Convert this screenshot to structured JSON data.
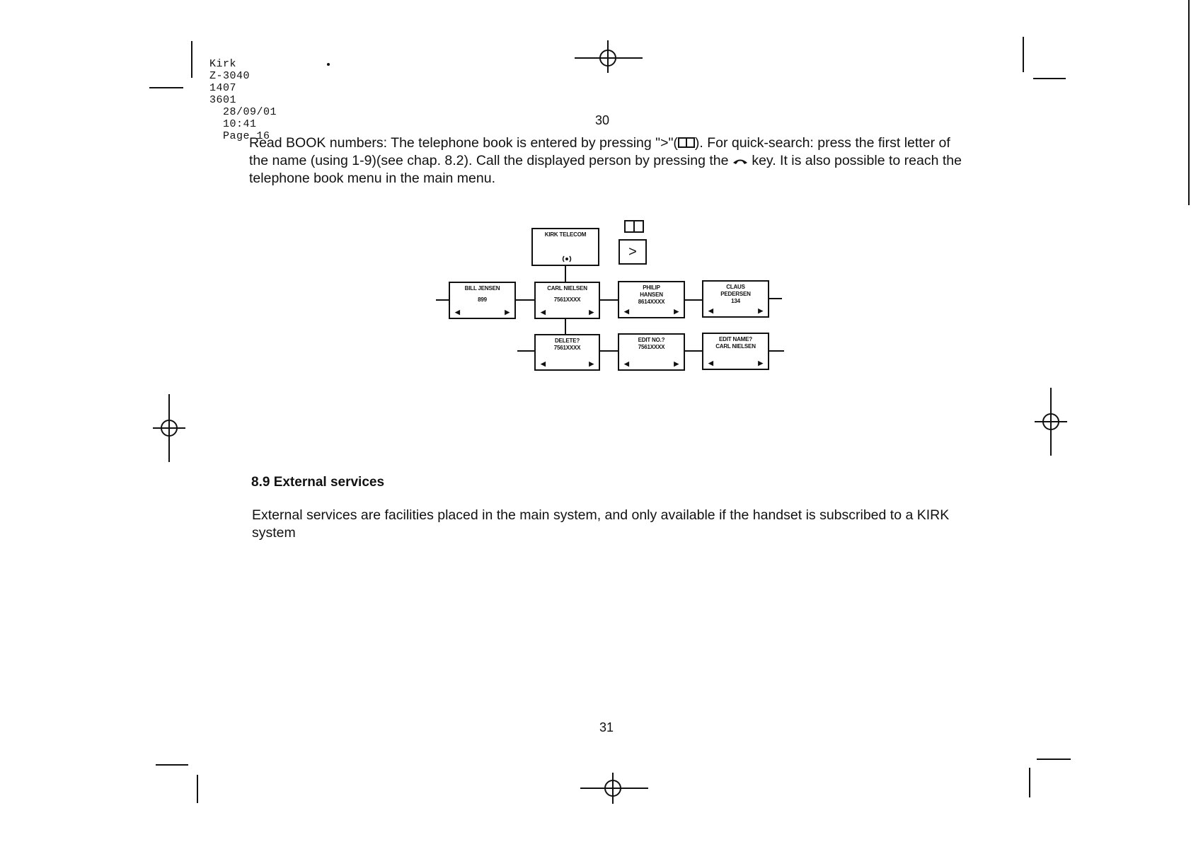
{
  "print_header": {
    "brand": "Kirk",
    "model": "Z-3040",
    "code1": "1407",
    "code2": "3601",
    "date": "28/09/01",
    "time": "10:41",
    "page_label": "Page 16"
  },
  "page_top": {
    "number": "30",
    "para_part1": "Read BOOK numbers: The telephone book is entered by pressing \">\"(",
    "para_part2": "). For quick-search: press the first letter of the name (using 1-9)(see chap. 8.2). Call the displayed person by pressing the",
    "para_part3": "key. It is also possible to reach the telephone book menu in the main menu."
  },
  "diagram": {
    "idle_screen": {
      "line1": "KIRK TELECOM",
      "icon": "antenna-signal-icon"
    },
    "key_button": ">",
    "book_icon": "book-icon",
    "row1": [
      {
        "line1": "BILL JENSEN",
        "line2": "899"
      },
      {
        "line1": "CARL NIELSEN",
        "line2": "7561XXXX"
      },
      {
        "line1": "PHILIP",
        "line2": "HANSEN",
        "line3": "8614XXXX"
      },
      {
        "line1": "CLAUS",
        "line2": "PEDERSEN",
        "line3": "134"
      }
    ],
    "row2": [
      {
        "line1": "DELETE?",
        "line2": "7561XXXX"
      },
      {
        "line1": "EDIT NO.?",
        "line2": "7561XXXX"
      },
      {
        "line1": "EDIT NAME?",
        "line2": "CARL NIELSEN"
      }
    ],
    "arrow_left": "◀",
    "arrow_right": "▶"
  },
  "section": {
    "heading": "8.9 External services",
    "para": "External services are facilities placed in the main system, and only available if the handset is subscribed to a KIRK system"
  },
  "page_bottom": {
    "number": "31"
  }
}
